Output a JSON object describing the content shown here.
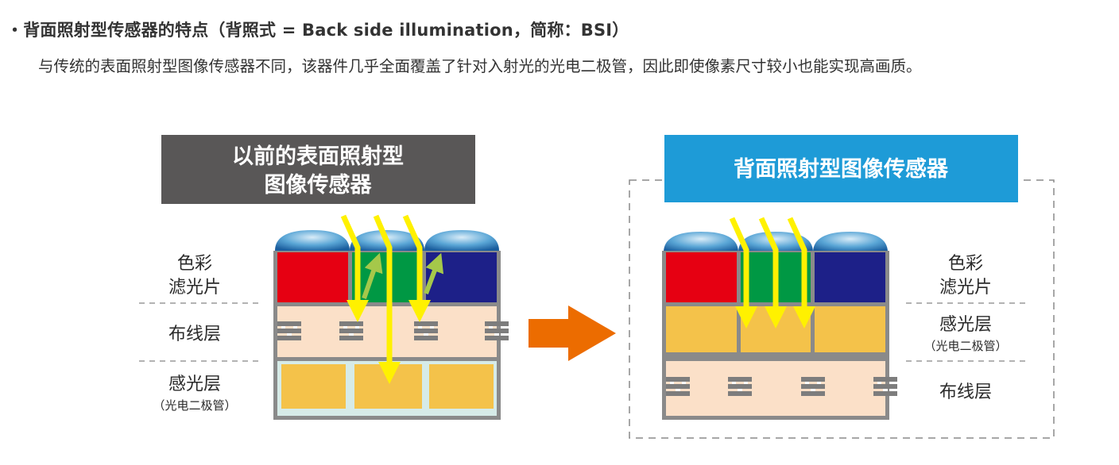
{
  "heading": "・背面照射型传感器的特点（背照式 = Back side illumination，简称：BSI）",
  "description": "与传统的表面照射型图像传感器不同，该器件几乎全面覆盖了针对入射光的光电二极管，因此即使像素尺寸较小也能实现高画质。",
  "left_panel": {
    "title_line1": "以前的表面照射型",
    "title_line2": "图像传感器",
    "label_color_filter_line1": "色彩",
    "label_color_filter_line2": "滤光片",
    "label_wiring": "布线层",
    "label_photo_line1": "感光层",
    "label_photo_line2": "（光电二极管）"
  },
  "right_panel": {
    "title": "背面照射型图像传感器",
    "label_color_filter_line1": "色彩",
    "label_color_filter_line2": "滤光片",
    "label_photo_line1": "感光层",
    "label_photo_line2": "（光电二极管）",
    "label_wiring": "布线层"
  },
  "colors": {
    "left_title_bg": "#595757",
    "right_title_bg": "#1e9bd7",
    "filter_red": "#e60012",
    "filter_green": "#009844",
    "filter_blue": "#1d2088",
    "wiring_bg": "#fbe0c8",
    "photodiode": "#f4c24a",
    "frame": "#8a8a8a",
    "arrow_orange": "#ec6c00",
    "light_yellow": "#fff100"
  }
}
